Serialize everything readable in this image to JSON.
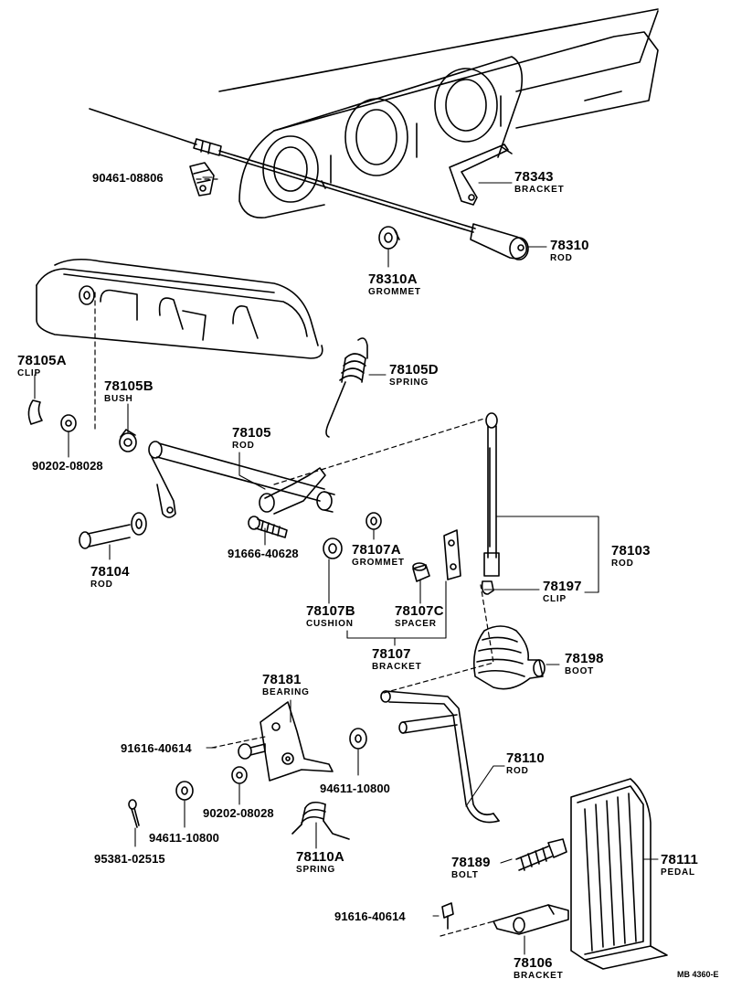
{
  "labels": {
    "p90461": "90461-08806",
    "p78343": "78343",
    "p78343_sub": "BRACKET",
    "p78310": "78310",
    "p78310_sub": "ROD",
    "p78310A": "78310A",
    "p78310A_sub": "GROMMET",
    "p78105A": "78105A",
    "p78105A_sub": "CLIP",
    "p78105B": "78105B",
    "p78105B_sub": "BUSH",
    "p78105D": "78105D",
    "p78105D_sub": "SPRING",
    "p78105": "78105",
    "p78105_sub": "ROD",
    "p90202a": "90202-08028",
    "p78104": "78104",
    "p78104_sub": "ROD",
    "p91666": "91666-40628",
    "p78107A": "78107A",
    "p78107A_sub": "GROMMET",
    "p78103": "78103",
    "p78103_sub": "ROD",
    "p78197": "78197",
    "p78197_sub": "CLIP",
    "p78107B": "78107B",
    "p78107B_sub": "CUSHION",
    "p78107C": "78107C",
    "p78107C_sub": "SPACER",
    "p78107": "78107",
    "p78107_sub": "BRACKET",
    "p78181": "78181",
    "p78181_sub": "BEARING",
    "p78198": "78198",
    "p78198_sub": "BOOT",
    "p91616a": "91616-40614",
    "p78110": "78110",
    "p78110_sub": "ROD",
    "p94611a": "94611-10800",
    "p90202b": "90202-08028",
    "p94611b": "94611-10800",
    "p95381": "95381-02515",
    "p78110A": "78110A",
    "p78110A_sub": "SPRING",
    "p78189": "78189",
    "p78189_sub": "BOLT",
    "p78111": "78111",
    "p78111_sub": "PEDAL",
    "p91616b": "91616-40614",
    "p78106": "78106",
    "p78106_sub": "BRACKET",
    "ref": "MB 4360-E"
  }
}
